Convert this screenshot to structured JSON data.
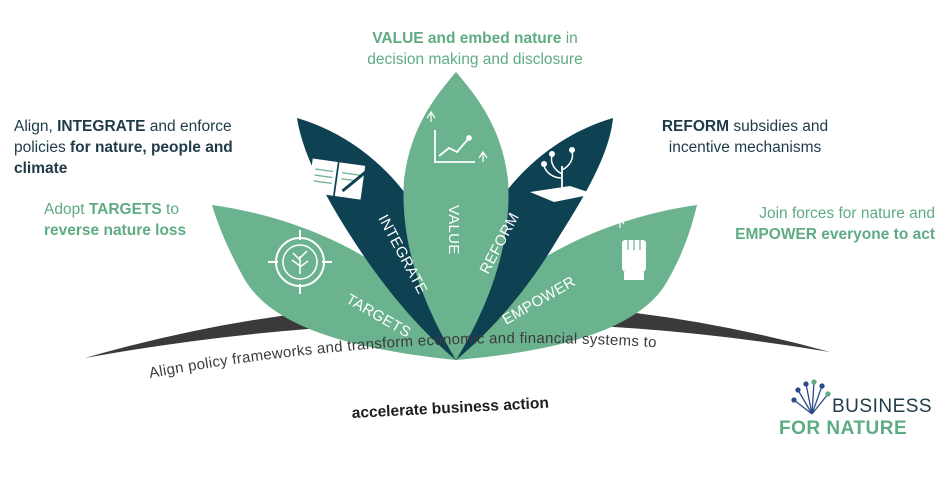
{
  "captions": {
    "value": {
      "strong": "VALUE and embed nature",
      "rest": " in",
      "line2": "decision making and disclosure"
    },
    "integrate": {
      "pre": "Align, ",
      "strong": "INTEGRATE",
      "mid": " and enforce",
      "line2_pre": "policies ",
      "line2_strong": "for nature, people and",
      "line3_strong": "climate"
    },
    "targets": {
      "pre": "Adopt ",
      "strong": "TARGETS",
      "post": " to",
      "line2": "reverse nature loss"
    },
    "reform": {
      "strong": "REFORM",
      "rest": " subsidies and",
      "line2": "incentive mechanisms"
    },
    "empower": {
      "line1": "Join forces for nature and",
      "line2": "EMPOWER everyone to act"
    }
  },
  "petals": {
    "targets": "TARGETS",
    "integrate": "INTEGRATE",
    "value": "VALUE",
    "reform": "REFORM",
    "empower": "EMPOWER"
  },
  "base": {
    "curve_text": "Align policy frameworks and transform economic and financial systems to",
    "action": "accelerate business action"
  },
  "logo": {
    "line1": "BUSINESS",
    "line2": "FOR NATURE"
  },
  "colors": {
    "petal_green": "#6bb28e",
    "petal_dark": "#0e4152",
    "caption_green": "#5fab83",
    "ground": "#3a3a3a"
  },
  "icons": [
    "target-plant-icon",
    "book-pen-icon",
    "growth-chart-icon",
    "money-plant-icon",
    "raised-fist-icon",
    "flower-logo-icon"
  ]
}
